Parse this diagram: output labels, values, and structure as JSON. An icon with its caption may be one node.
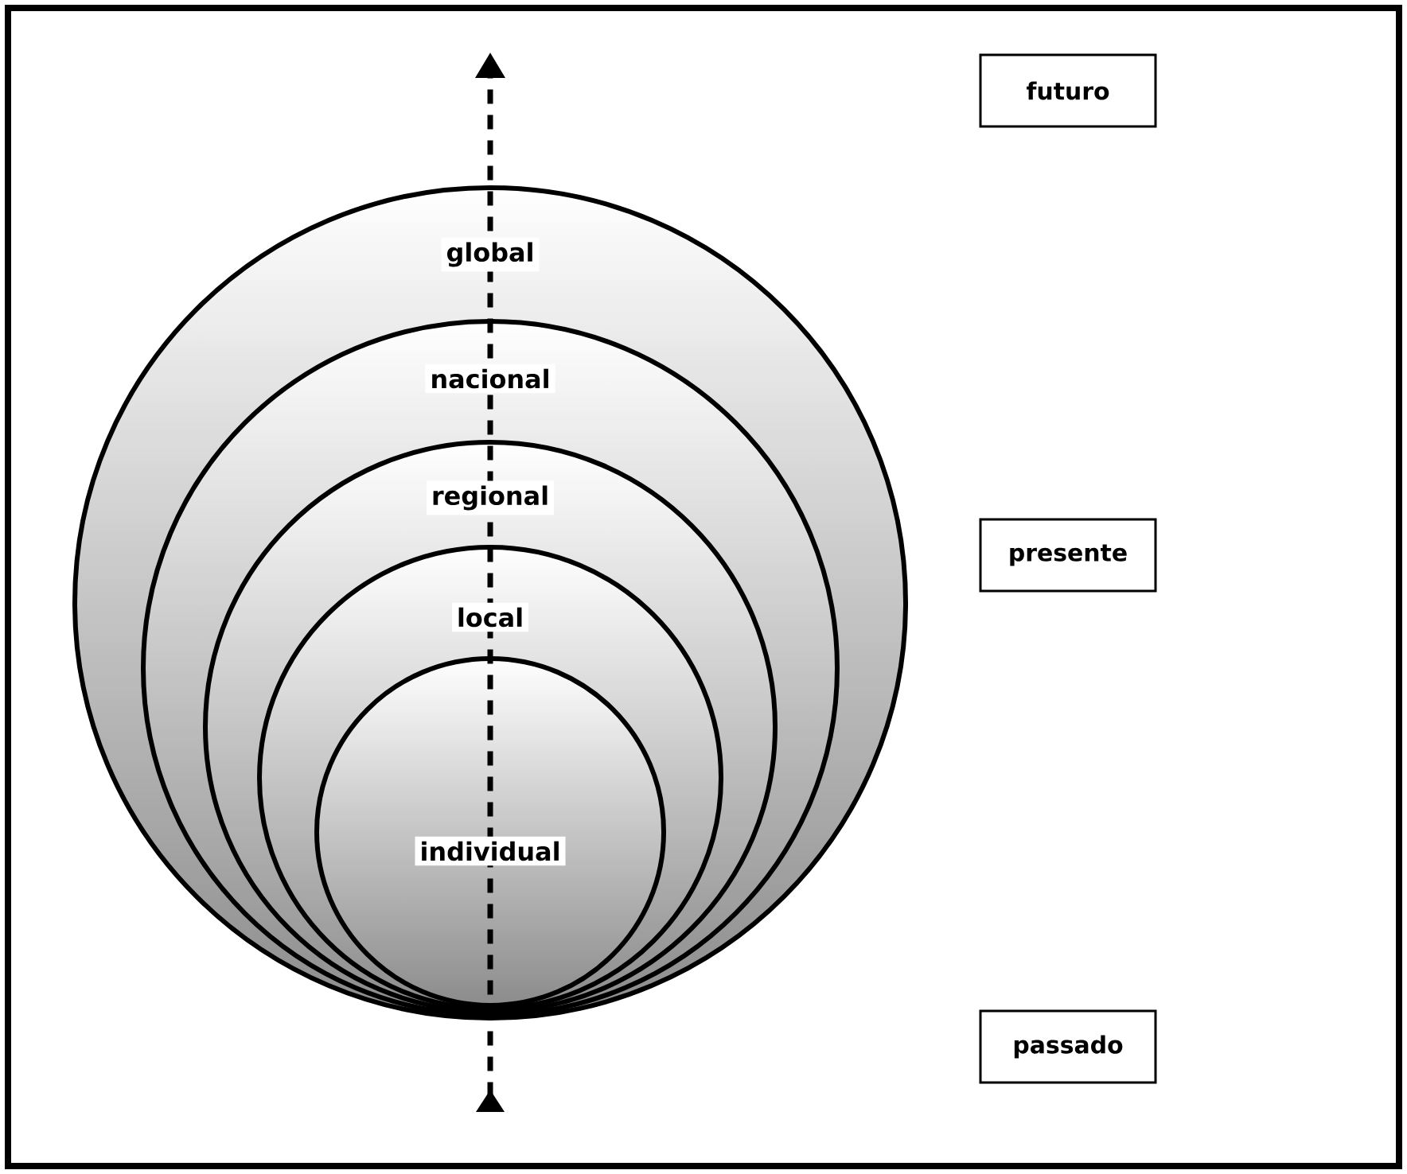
{
  "diagram": {
    "nodes": [
      {
        "text": [
          "global"
        ]
      },
      {
        "text": [
          "nacional"
        ],
        "in": 0
      },
      {
        "text": [
          "regional"
        ],
        "in": 1
      },
      {
        "text": [
          "local"
        ],
        "in": 2
      },
      {
        "text": [
          "individual"
        ],
        "in": 3
      },
      {
        "text": [
          "futuro"
        ]
      },
      {
        "text": [
          "presente"
        ]
      },
      {
        "text": [
          "passado"
        ]
      }
    ]
  }
}
